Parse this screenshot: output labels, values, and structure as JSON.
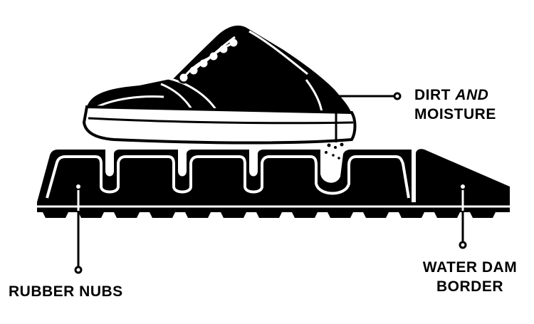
{
  "labels": {
    "dirt_line1_word": "DIRT",
    "dirt_line1_em": "AND",
    "dirt_line2": "MOISTURE",
    "rubber_nubs": "RUBBER NUBS",
    "water_dam_line1": "WATER DAM",
    "water_dam_line2": "BORDER"
  },
  "colors": {
    "ink": "#000000",
    "paper": "#ffffff"
  },
  "icons": [
    "shoe-icon",
    "dirt-particles-icon",
    "splat-icon"
  ]
}
